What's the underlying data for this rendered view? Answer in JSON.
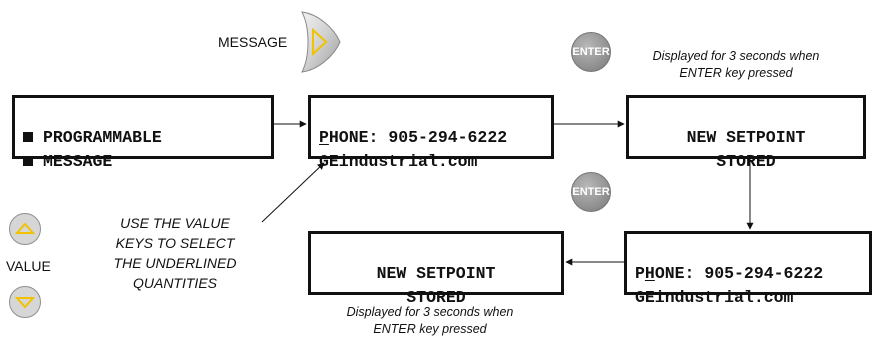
{
  "message_key": {
    "label": "MESSAGE"
  },
  "enter_key": {
    "label": "ENTER"
  },
  "value_key": {
    "label": "VALUE"
  },
  "display_programmable": {
    "line1": "PROGRAMMABLE",
    "line2": "MESSAGE"
  },
  "display_phone_1": {
    "line1_underlined": "P",
    "line1_rest": "HONE: 905-294-6222",
    "line2": "GEindustrial.com"
  },
  "display_setpoint_1": {
    "line1": "NEW SETPOINT",
    "line2": "STORED"
  },
  "display_phone_2": {
    "line1_pre": "P",
    "line1_underlined": "H",
    "line1_rest": "ONE: 905-294-6222",
    "line2": "GEindustrial.com"
  },
  "display_setpoint_2": {
    "line1": "NEW SETPOINT",
    "line2": "STORED"
  },
  "note_top": {
    "line1": "Displayed for 3 seconds when",
    "line2": "ENTER key pressed"
  },
  "note_bottom": {
    "line1": "Displayed for 3 seconds when",
    "line2": "ENTER key pressed"
  },
  "hint": {
    "line1": "USE THE VALUE",
    "line2": "KEYS TO SELECT",
    "line3": "THE UNDERLINED",
    "line4": "QUANTITIES"
  }
}
